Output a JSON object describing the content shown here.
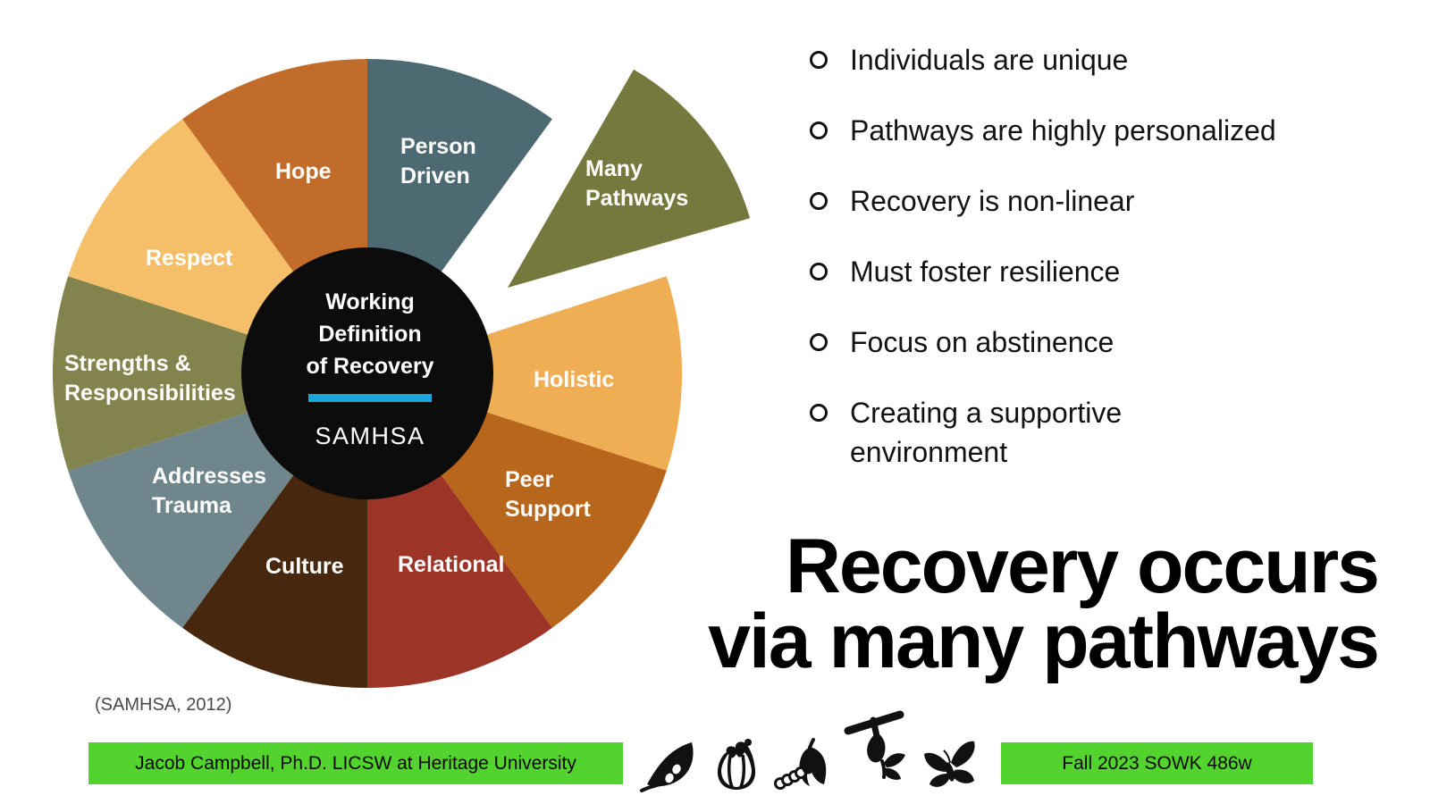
{
  "wheel": {
    "center_label": {
      "line1": "Working",
      "line2": "Definition",
      "line3": "of Recovery",
      "org": "SAMHSA"
    },
    "center_bg": "#0c0c0c",
    "divider_color": "#18a8d8",
    "label_text_color": "#ffffff",
    "segments": [
      {
        "id": "person-driven",
        "label": [
          "Person",
          "Driven"
        ],
        "color": "#4d6a72",
        "start": 0,
        "end": 36
      },
      {
        "id": "many-pathways",
        "label": [
          "Many",
          "Pathways"
        ],
        "color": "#76793d",
        "start": 30,
        "end": 74,
        "exploded": true
      },
      {
        "id": "holistic",
        "label": [
          "Holistic"
        ],
        "color": "#f0ae54",
        "start": 72,
        "end": 108
      },
      {
        "id": "peer-support",
        "label": [
          "Peer",
          "Support"
        ],
        "color": "#b8661c",
        "start": 108,
        "end": 144
      },
      {
        "id": "relational",
        "label": [
          "Relational"
        ],
        "color": "#9c3427",
        "start": 144,
        "end": 180
      },
      {
        "id": "culture",
        "label": [
          "Culture"
        ],
        "color": "#47280f",
        "start": 180,
        "end": 216
      },
      {
        "id": "addresses-trauma",
        "label": [
          "Addresses",
          "Trauma"
        ],
        "color": "#6f878c",
        "start": 216,
        "end": 252
      },
      {
        "id": "strengths-responsibilities",
        "label": [
          "Strengths &",
          "Responsibilities"
        ],
        "color": "#83834e",
        "start": 252,
        "end": 288
      },
      {
        "id": "respect",
        "label": [
          "Respect"
        ],
        "color": "#f5bf69",
        "start": 288,
        "end": 324
      },
      {
        "id": "hope",
        "label": [
          "Hope"
        ],
        "color": "#c16c2a",
        "start": 324,
        "end": 360
      }
    ]
  },
  "bullets": {
    "items": [
      {
        "lines": [
          "Individuals are unique"
        ]
      },
      {
        "lines": [
          "Pathways are highly personalized"
        ]
      },
      {
        "lines": [
          "Recovery is non-linear"
        ]
      },
      {
        "lines": [
          "Must foster resilience"
        ]
      },
      {
        "lines": [
          "Focus on abstinence"
        ]
      },
      {
        "lines": [
          "Creating a supportive",
          "environment"
        ]
      }
    ]
  },
  "title": {
    "line1": "Recovery occurs",
    "line2": "via many pathways"
  },
  "citation": "(SAMHSA, 2012)",
  "footer": {
    "bar_color": "#53d32e",
    "left_label": "Jacob Campbell, Ph.D. LICSW at Heritage University",
    "right_label": "Fall 2023 SOWK 486w",
    "icons": [
      "leaf-with-eggs-icon",
      "hatching-egg-icon",
      "caterpillar-icon",
      "chrysalis-icon",
      "butterfly-icon"
    ]
  }
}
